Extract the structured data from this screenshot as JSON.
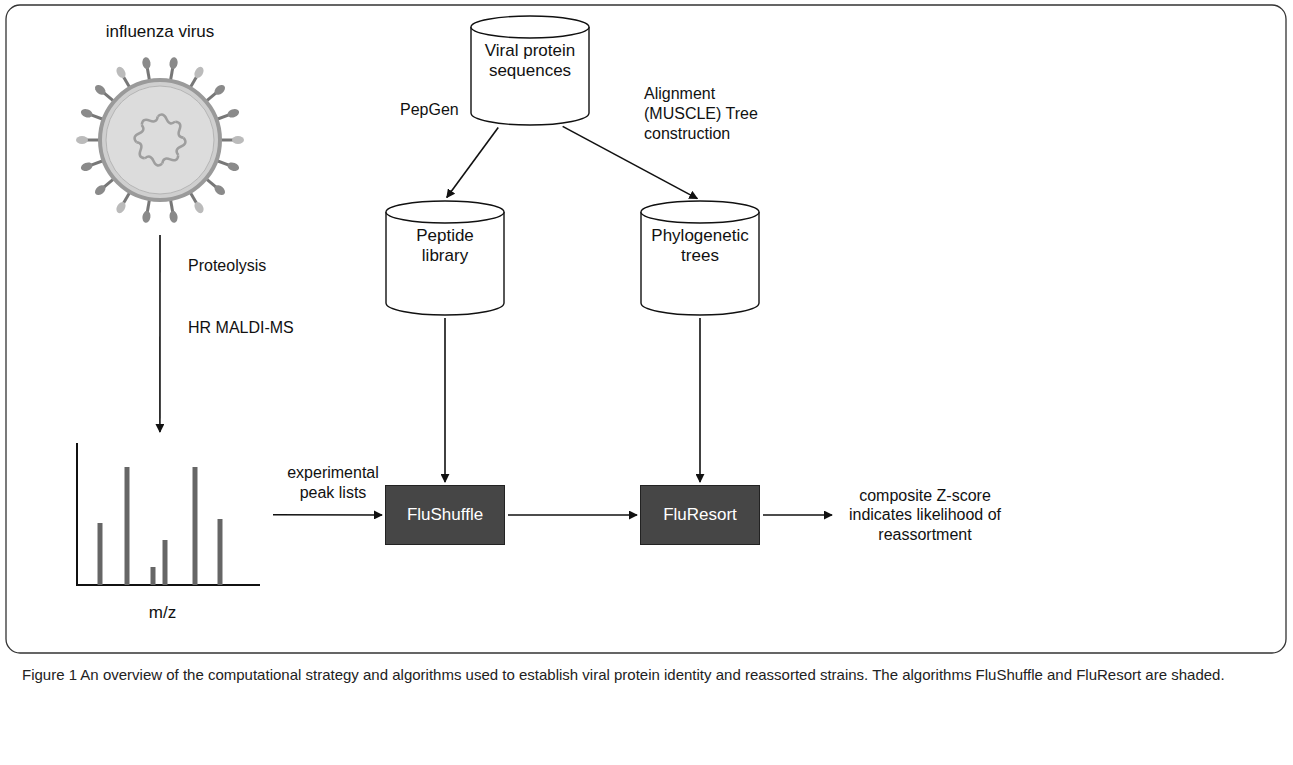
{
  "diagram": {
    "caption": "Figure 1 An overview of the computational strategy and algorithms used to establish viral protein identity and reassorted strains. The algorithms FluShuffle and FluResort are shaded.",
    "nodes": [
      {
        "text": [
          "influenza virus"
        ]
      },
      {
        "text": [
          "Viral protein sequences"
        ]
      },
      {
        "text": [
          "Peptide library"
        ]
      },
      {
        "text": [
          "Phylogenetic trees"
        ]
      },
      {
        "text": [
          "m/z"
        ]
      },
      {
        "text": [
          "FluShuffle"
        ]
      },
      {
        "text": [
          "FluResort"
        ]
      },
      {
        "text": [
          "composite Z-score indicates likelihood of reassortment"
        ]
      }
    ],
    "edges": [
      {
        "from": 1,
        "to": 2,
        "arrow": "to",
        "label": "PepGen"
      },
      {
        "from": 1,
        "to": 3,
        "arrow": "to",
        "label": "Alignment (MUSCLE) Tree construction"
      },
      {
        "from": 0,
        "to": 4,
        "arrow": "to",
        "label": "Proteolysis"
      },
      {
        "from": 4,
        "to": 5,
        "arrow": "to",
        "label": "experimental peak lists"
      },
      {
        "from": 2,
        "to": 5,
        "arrow": "to"
      },
      {
        "from": 3,
        "to": 6,
        "arrow": "to"
      },
      {
        "from": 5,
        "to": 6,
        "arrow": "to"
      },
      {
        "from": 6,
        "to": 7,
        "arrow": "to"
      }
    ],
    "labels": [
      "HR MALDI-MS"
    ]
  }
}
